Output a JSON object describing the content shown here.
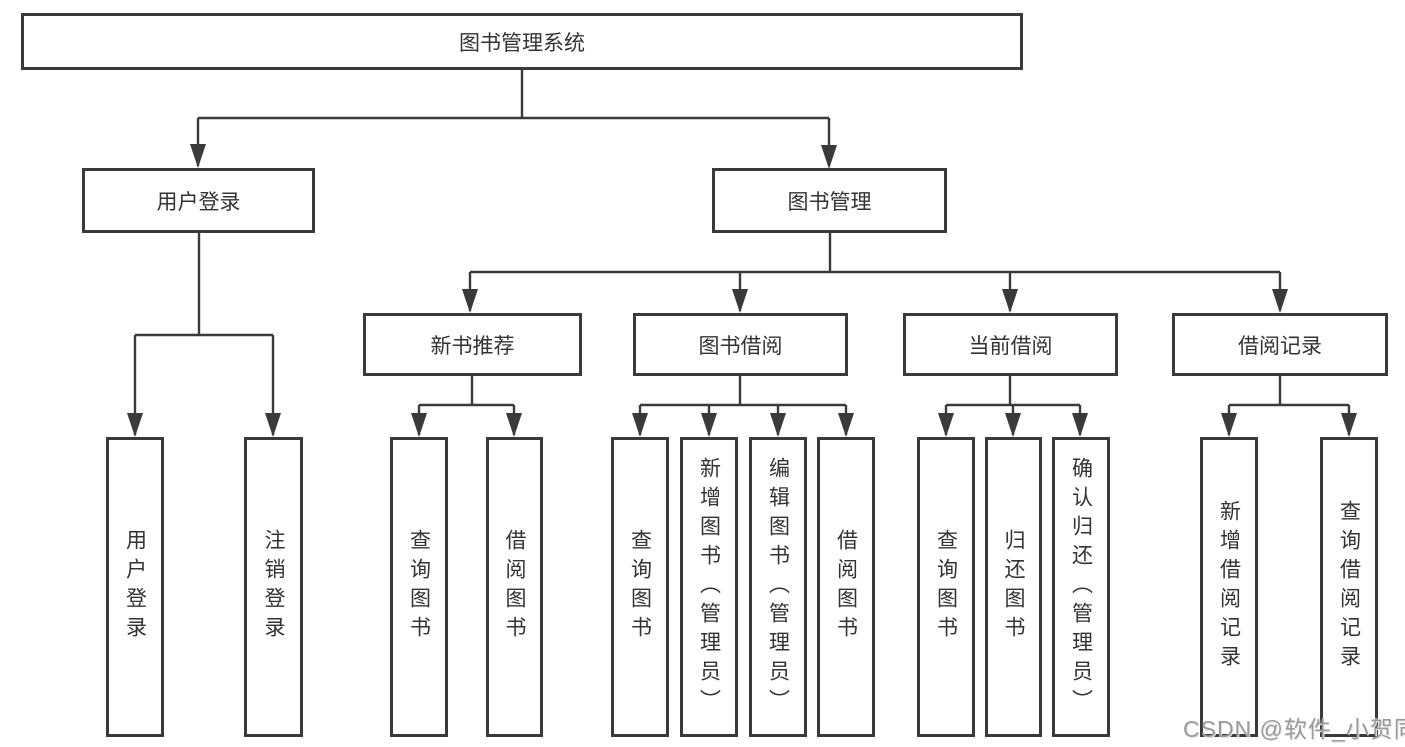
{
  "diagram": {
    "root": {
      "label": "图书管理系统"
    },
    "branches": [
      {
        "label": "用户登录",
        "children": [
          {
            "label": "用户登录"
          },
          {
            "label": "注销登录"
          }
        ]
      },
      {
        "label": "图书管理",
        "children": [
          {
            "label": "新书推荐",
            "children": [
              {
                "label": "查询图书"
              },
              {
                "label": "借阅图书"
              }
            ]
          },
          {
            "label": "图书借阅",
            "children": [
              {
                "label": "查询图书"
              },
              {
                "label": "新增图书（管理员）"
              },
              {
                "label": "编辑图书（管理员）"
              },
              {
                "label": "借阅图书"
              }
            ]
          },
          {
            "label": "当前借阅",
            "children": [
              {
                "label": "查询图书"
              },
              {
                "label": "归还图书"
              },
              {
                "label": "确认归还（管理员）"
              }
            ]
          },
          {
            "label": "借阅记录",
            "children": [
              {
                "label": "新增借阅记录"
              },
              {
                "label": "查询借阅记录"
              }
            ]
          }
        ]
      }
    ]
  },
  "watermark": {
    "text": "CSDN @软件_小贺同学"
  },
  "colors": {
    "line": "#3a3a3a",
    "text": "#333333",
    "watermark_text": "#9b9b9b",
    "background": "#ffffff"
  }
}
